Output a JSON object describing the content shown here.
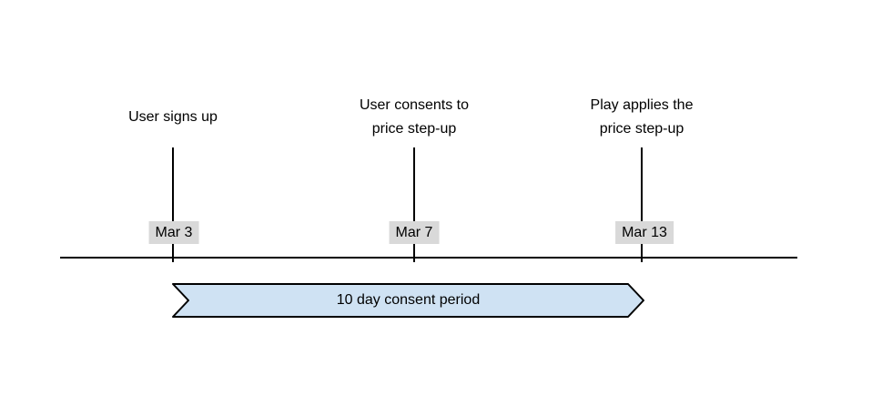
{
  "page": {
    "background_color": "#ffffff",
    "text_color": "#000000"
  },
  "timeline": {
    "axis_color": "#000000",
    "date_chip_background": "#d9d9d9",
    "events": [
      {
        "label": "User signs up",
        "date": "Mar 3"
      },
      {
        "label": "User consents to\nprice step-up",
        "date": "Mar 7"
      },
      {
        "label": "Play applies the\nprice step-up",
        "date": "Mar 13"
      }
    ],
    "period_banner": {
      "label": "10 day consent period",
      "fill_color": "#cfe2f3",
      "border_color": "#000000",
      "from_date": "Mar 3",
      "to_date": "Mar 13"
    }
  }
}
